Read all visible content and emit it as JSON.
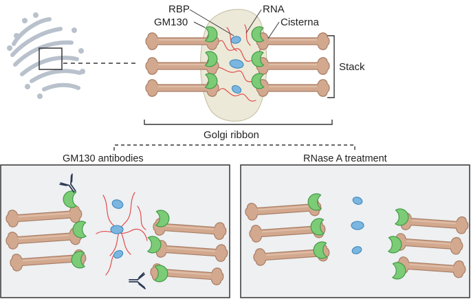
{
  "labels": {
    "rbp": "RBP",
    "rna": "RNA",
    "gm130": "GM130",
    "cisterna": "Cisterna",
    "stack": "Stack",
    "golgi_ribbon": "Golgi ribbon"
  },
  "panels": {
    "left_title": "GM130 antibodies",
    "right_title": "RNase A treatment"
  },
  "colors": {
    "cisterna": "#d2a98f",
    "cisterna_edge": "#a87c63",
    "gm130": "#7ccb77",
    "gm130_edge": "#3f9a44",
    "rbp": "#7ab6e0",
    "rbp_edge": "#3f87bd",
    "rna": "#e24b4b",
    "matrix": "#ece9d8",
    "golgi_icon": "#b8c1cc",
    "panel_bg": "#eef0f2",
    "antibody": "#2d3a55"
  }
}
